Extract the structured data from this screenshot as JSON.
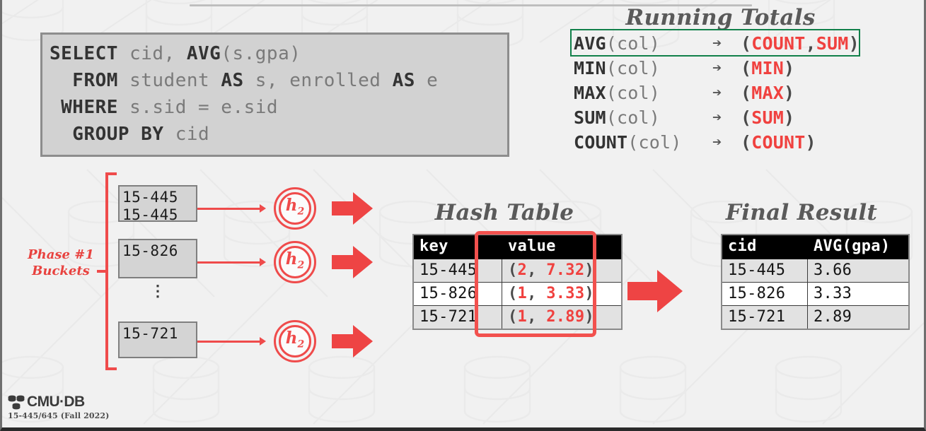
{
  "slide": {
    "background_color": "#f1f1f1",
    "accent_red": "#ee4444",
    "accent_green": "#11804a"
  },
  "sql": {
    "lines": [
      [
        {
          "t": "SELECT",
          "k": true
        },
        {
          "t": " cid, ",
          "k": false
        },
        {
          "t": "AVG",
          "k": true
        },
        {
          "t": "(s.gpa)",
          "k": false
        }
      ],
      [
        {
          "t": "  FROM",
          "k": true
        },
        {
          "t": " student ",
          "k": false
        },
        {
          "t": "AS",
          "k": true
        },
        {
          "t": " s, enrolled ",
          "k": false
        },
        {
          "t": "AS",
          "k": true
        },
        {
          "t": " e",
          "k": false
        }
      ],
      [
        {
          "t": " WHERE",
          "k": true
        },
        {
          "t": " s.sid = e.sid",
          "k": false
        }
      ],
      [
        {
          "t": "  GROUP BY",
          "k": true
        },
        {
          "t": " cid",
          "k": false
        }
      ]
    ]
  },
  "running_totals": {
    "title": "Running Totals",
    "arrow_glyph": "➔",
    "highlight_row_index": 0,
    "rows": [
      {
        "fn": "AVG",
        "fn_arg": "(col)",
        "out_parts": [
          "COUNT",
          "SUM"
        ]
      },
      {
        "fn": "MIN",
        "fn_arg": "(col)",
        "out_parts": [
          "MIN"
        ]
      },
      {
        "fn": "MAX",
        "fn_arg": "(col)",
        "out_parts": [
          "MAX"
        ]
      },
      {
        "fn": "SUM",
        "fn_arg": "(col)",
        "out_parts": [
          "SUM"
        ]
      },
      {
        "fn": "COUNT",
        "fn_arg": "(col)",
        "out_parts": [
          "COUNT"
        ]
      }
    ]
  },
  "phase": {
    "label_line1": "Phase #1",
    "label_line2": "Buckets",
    "ellipsis": "⋮",
    "hash_label": "h",
    "hash_sub": "2",
    "buckets": [
      {
        "lines": [
          "15-445",
          "15-445"
        ]
      },
      {
        "lines": [
          "15-826"
        ]
      },
      {
        "lines": [
          "15-721"
        ]
      }
    ]
  },
  "hash_table": {
    "title": "Hash Table",
    "columns": [
      "key",
      "value"
    ],
    "rows": [
      {
        "key": "15-445",
        "count": "2",
        "sum": "7.32"
      },
      {
        "key": "15-826",
        "count": "1",
        "sum": "3.33"
      },
      {
        "key": "15-721",
        "count": "1",
        "sum": "2.89"
      }
    ]
  },
  "final_result": {
    "title": "Final Result",
    "columns": [
      "cid",
      "AVG(gpa)"
    ],
    "rows": [
      {
        "cid": "15-445",
        "avg": "3.66"
      },
      {
        "cid": "15-826",
        "avg": "3.33"
      },
      {
        "cid": "15-721",
        "avg": "2.89"
      }
    ]
  },
  "footer": {
    "logo_text": "CMU·DB",
    "course_text": "15-445/645 (Fall 2022)"
  }
}
